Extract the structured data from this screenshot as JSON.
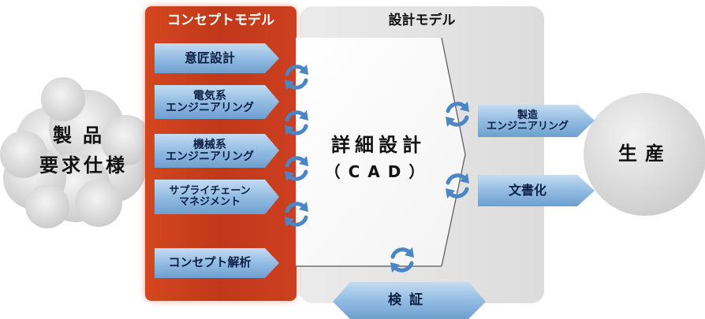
{
  "concept_model": {
    "title": "コンセプトモデル",
    "items": [
      "意匠設計",
      "電気系\nエンジニアリング",
      "機械系\nエンジニアリング",
      "サプライチェーン\nマネジメント",
      "コンセプト解析"
    ]
  },
  "design_model": {
    "title": "設計モデル",
    "core_line1": "詳細設計",
    "core_line2": "（CAD）"
  },
  "requirements": {
    "line1": "製品",
    "line2": "要求仕様"
  },
  "outputs": [
    "製造\nエンジニアリング",
    "文書化"
  ],
  "verification": "検証",
  "production": "生産",
  "colors": {
    "concept_panel": "#c23a1c",
    "design_panel": "#e2e2e2",
    "arrow_fill": "#8fb8df",
    "cycle_icon": "#4a86c5",
    "cloud": "#d6d6d6",
    "production_circle": "#d9d9d9"
  }
}
